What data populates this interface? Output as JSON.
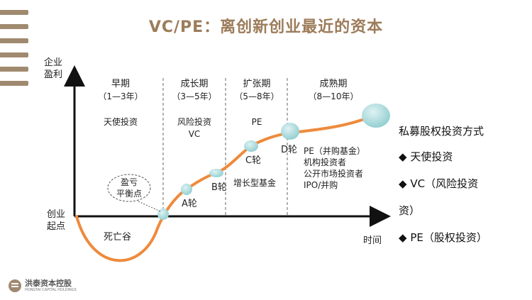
{
  "title": "VC/PE：离创新创业最近的资本",
  "axes": {
    "y_line1": "企业",
    "y_line2": "盈利",
    "origin_line1": "创业",
    "origin_line2": "起点",
    "x_label": "时间"
  },
  "stages": [
    {
      "name": "早期",
      "years": "（1—3年）",
      "investor": [
        "天使投资"
      ]
    },
    {
      "name": "成长期",
      "years": "（3—5年）",
      "investor": [
        "风险投资",
        "VC"
      ]
    },
    {
      "name": "扩张期",
      "years": "（5—8年）",
      "investor": [
        "PE"
      ]
    },
    {
      "name": "成熟期",
      "years": "（8—10年）",
      "investor": []
    }
  ],
  "rounds": [
    "A轮",
    "B轮",
    "C轮",
    "D轮"
  ],
  "labels": {
    "breakeven_line1": "盈亏",
    "breakeven_line2": "平衡点",
    "death_valley": "死亡谷",
    "growth_fund": "增长型基金",
    "mature_1": "PE（并购基金）",
    "mature_2": "机构投资者",
    "mature_3": "公开市场投资者",
    "mature_4": "IPO/并购"
  },
  "side": {
    "heading": "私募股权投资方式",
    "bullet": "◆",
    "item1": "天使投资",
    "item2a": "VC（风险投资",
    "item2b": "资）",
    "item3": "PE（股权投资）"
  },
  "logo": {
    "cn": "洪泰资本控股",
    "en": "HONGTAI CAPITAL HOLDINGS"
  },
  "colors": {
    "curve": "#ee8a3c",
    "bubble": "#a9dadc",
    "accent": "#9c7c5a"
  }
}
